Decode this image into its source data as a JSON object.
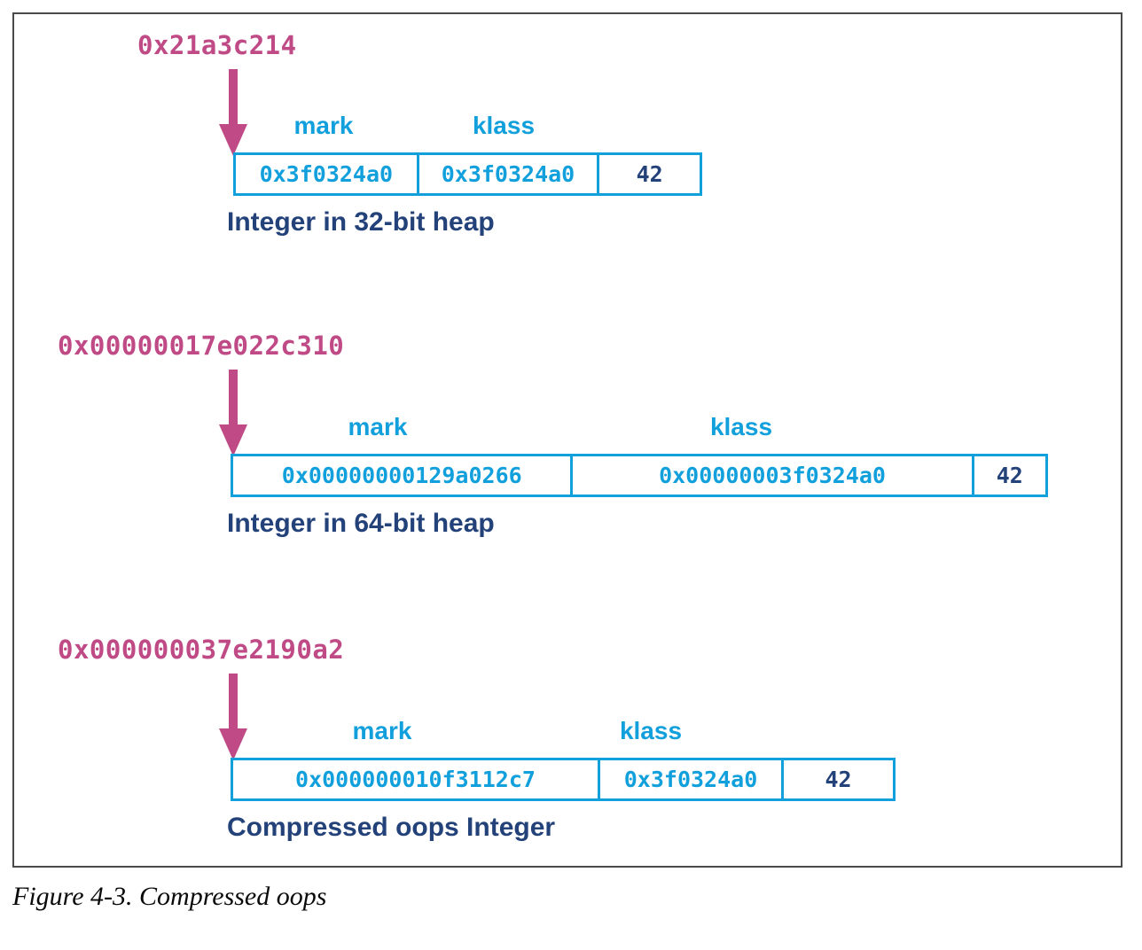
{
  "figure": {
    "caption": "Figure 4-3. Compressed oops",
    "colors": {
      "pointer": "#bf4a86",
      "box_border": "#12a0dd",
      "field_label": "#12a0dd",
      "hex_text": "#12a0dd",
      "value_text": "#24427a",
      "row_caption": "#24427a",
      "frame": "#4a4a4a"
    }
  },
  "rows": [
    {
      "pointer_address": "0x21a3c214",
      "headers": {
        "mark": "mark",
        "klass": "klass"
      },
      "cells": [
        {
          "name": "mark",
          "text": "0x3f0324a0"
        },
        {
          "name": "klass",
          "text": "0x3f0324a0"
        },
        {
          "name": "value",
          "text": "42"
        }
      ],
      "caption": "Integer in 32-bit heap"
    },
    {
      "pointer_address": "0x00000017e022c310",
      "headers": {
        "mark": "mark",
        "klass": "klass"
      },
      "cells": [
        {
          "name": "mark",
          "text": "0x00000000129a0266"
        },
        {
          "name": "klass",
          "text": "0x00000003f0324a0"
        },
        {
          "name": "value",
          "text": "42"
        }
      ],
      "caption": "Integer in 64-bit heap"
    },
    {
      "pointer_address": "0x000000037e2190a2",
      "headers": {
        "mark": "mark",
        "klass": "klass"
      },
      "cells": [
        {
          "name": "mark",
          "text": "0x000000010f3112c7"
        },
        {
          "name": "klass",
          "text": "0x3f0324a0"
        },
        {
          "name": "value",
          "text": "42"
        }
      ],
      "caption": "Compressed oops Integer"
    }
  ]
}
